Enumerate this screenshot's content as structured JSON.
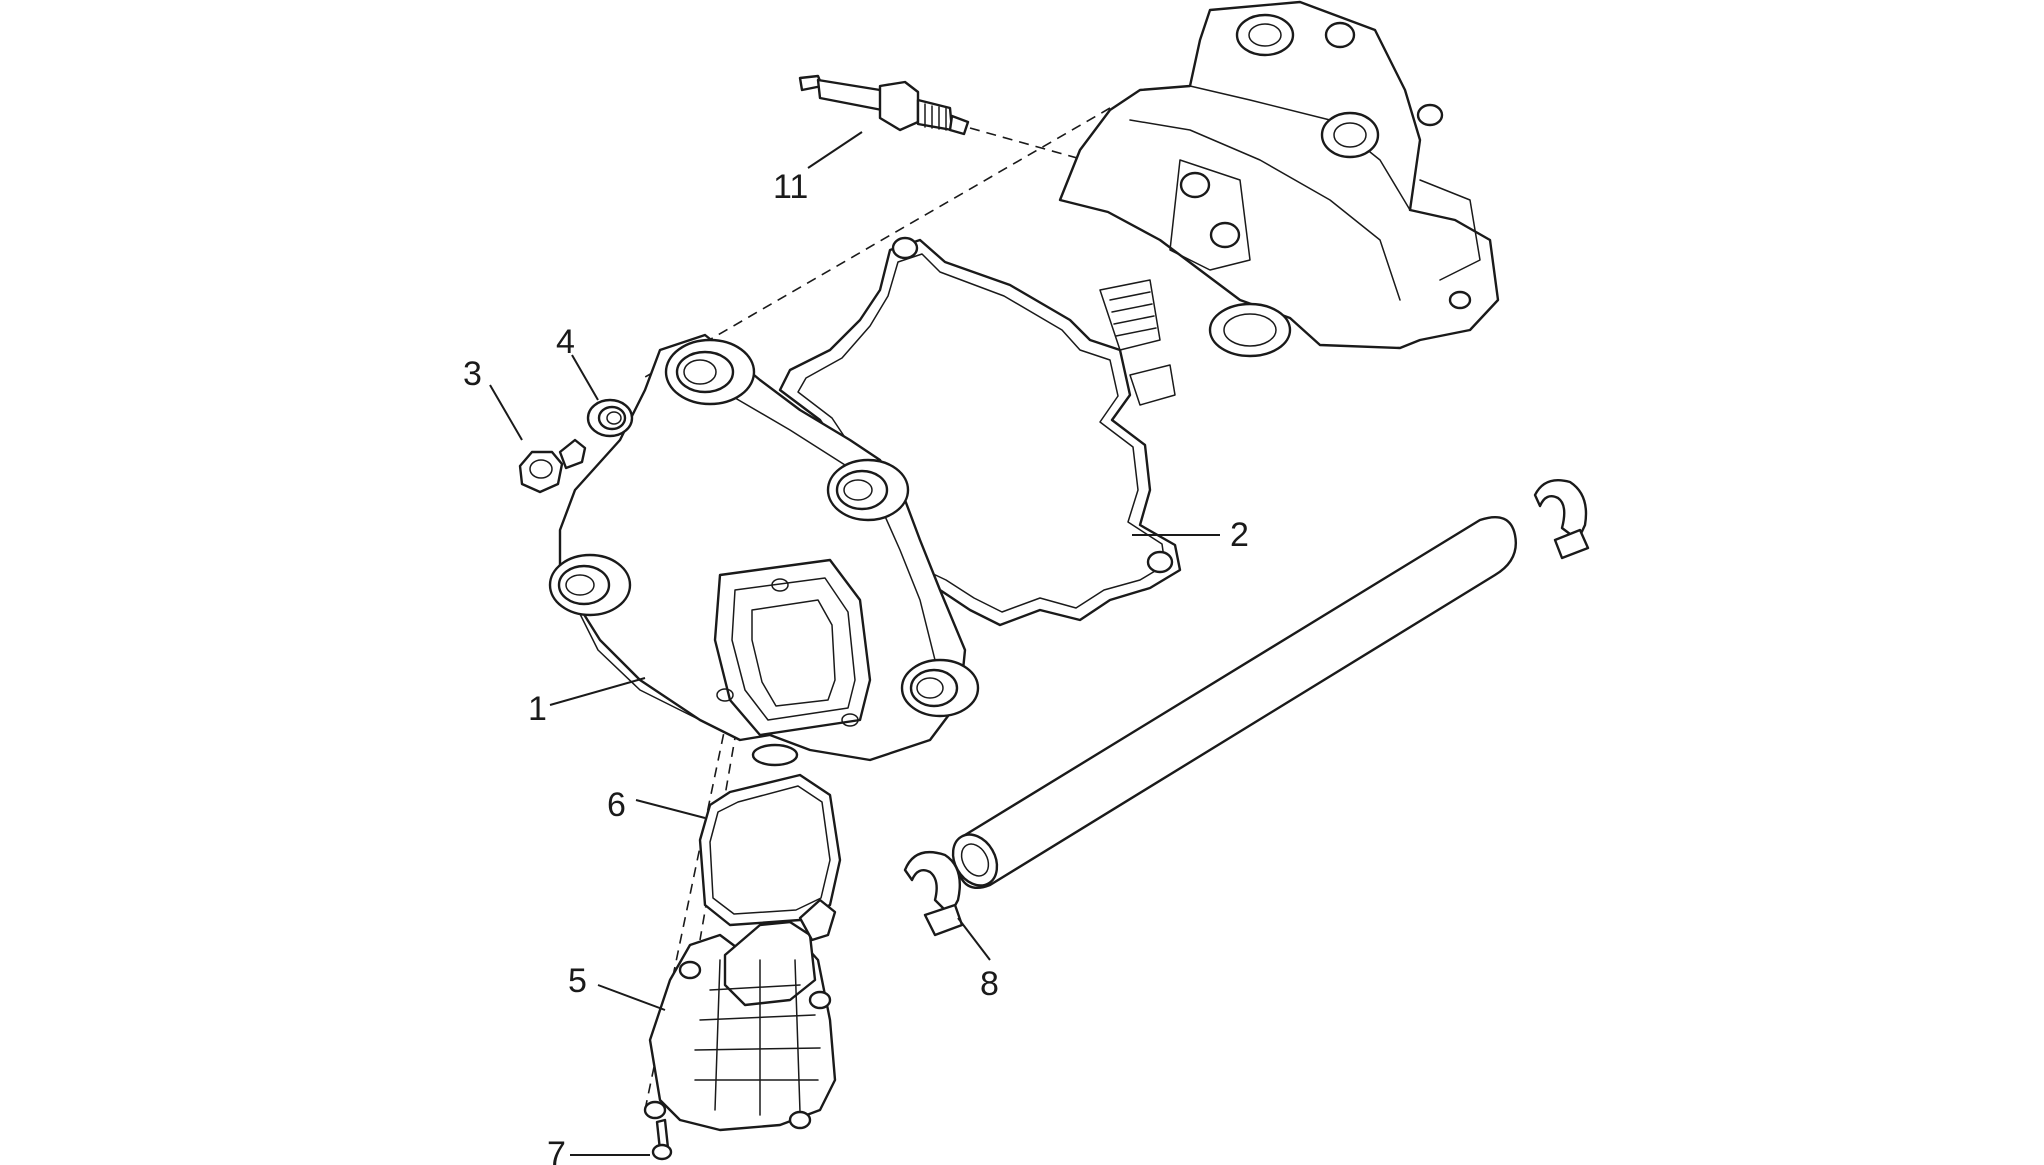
{
  "diagram": {
    "callouts": {
      "c1": "1",
      "c2": "2",
      "c3": "3",
      "c4": "4",
      "c5": "5",
      "c6": "6",
      "c7": "7",
      "c8": "8",
      "c11": "11"
    }
  }
}
